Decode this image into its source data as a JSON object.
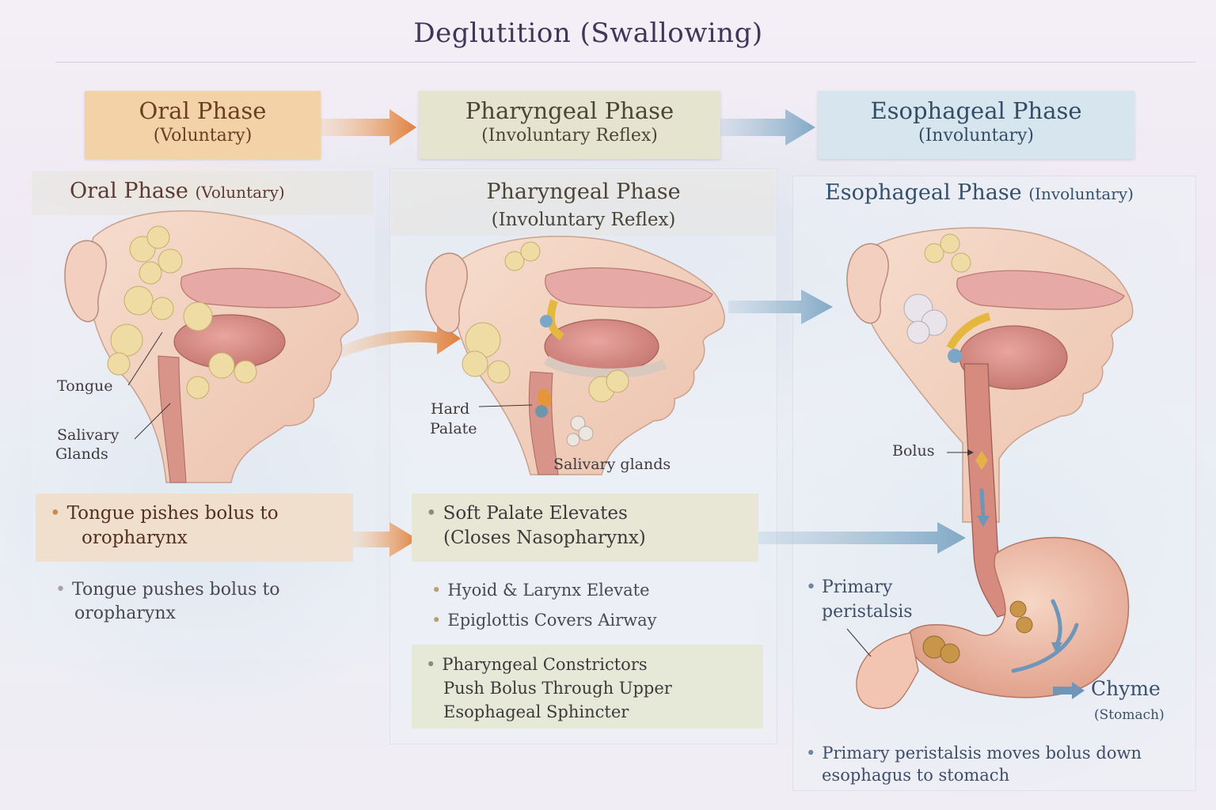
{
  "title": "Deglutition (Swallowing)",
  "flow": {
    "oral": {
      "name": "Oral Phase",
      "type": "(Voluntary)"
    },
    "pharyngeal": {
      "name": "Pharyngeal Phase",
      "type": "(Involuntary Reflex)"
    },
    "esophageal": {
      "name": "Esophageal Phase",
      "type": "(Involuntary)"
    }
  },
  "panels": {
    "oral": {
      "heading": "Oral Phase",
      "subheading": "(Voluntary)",
      "labels": {
        "tongue": "Tongue",
        "salivary_1": "Salivary",
        "salivary_2": "Glands"
      },
      "callout": {
        "line1": "Tongue pishes bolus to",
        "line2": "oropharynx"
      },
      "bullet": {
        "line1": "Tongue pushes bolus to",
        "line2": "oropharynx"
      }
    },
    "pharyngeal": {
      "heading": "Pharyngeal Phase",
      "subheading": "(Involuntary Reflex)",
      "labels": {
        "hard_1": "Hard",
        "hard_2": "Palate",
        "salivary": "Salivary glands"
      },
      "callout": {
        "line1": "Soft Palate Elevates",
        "line2": "(Closes Nasopharynx)"
      },
      "bullets": [
        "Hyoid & Larynx Elevate",
        "Epiglottis Covers Airway"
      ],
      "callout2": {
        "line1": "Pharyngeal Constrictors",
        "line2": "Push Bolus Through Upper",
        "line3": "Esophageal Sphincter"
      }
    },
    "esophageal": {
      "heading": "Esophageal Phase",
      "subheading": "(Involuntary)",
      "labels": {
        "bolus": "Bolus",
        "primary_1": "Primary",
        "primary_2": "peristalsis",
        "chyme": "Chyme",
        "stomach": "(Stomach)"
      },
      "bullet": {
        "line1": "Primary peristalsis moves bolus down",
        "line2": "esophagus to stomach"
      }
    }
  },
  "colors": {
    "skin": "#f2c9b3",
    "muscle": "#d98f80",
    "gland": "#ecd69c",
    "oral_arrow": "#e08a45",
    "blue_arrow": "#8fb0c8"
  }
}
